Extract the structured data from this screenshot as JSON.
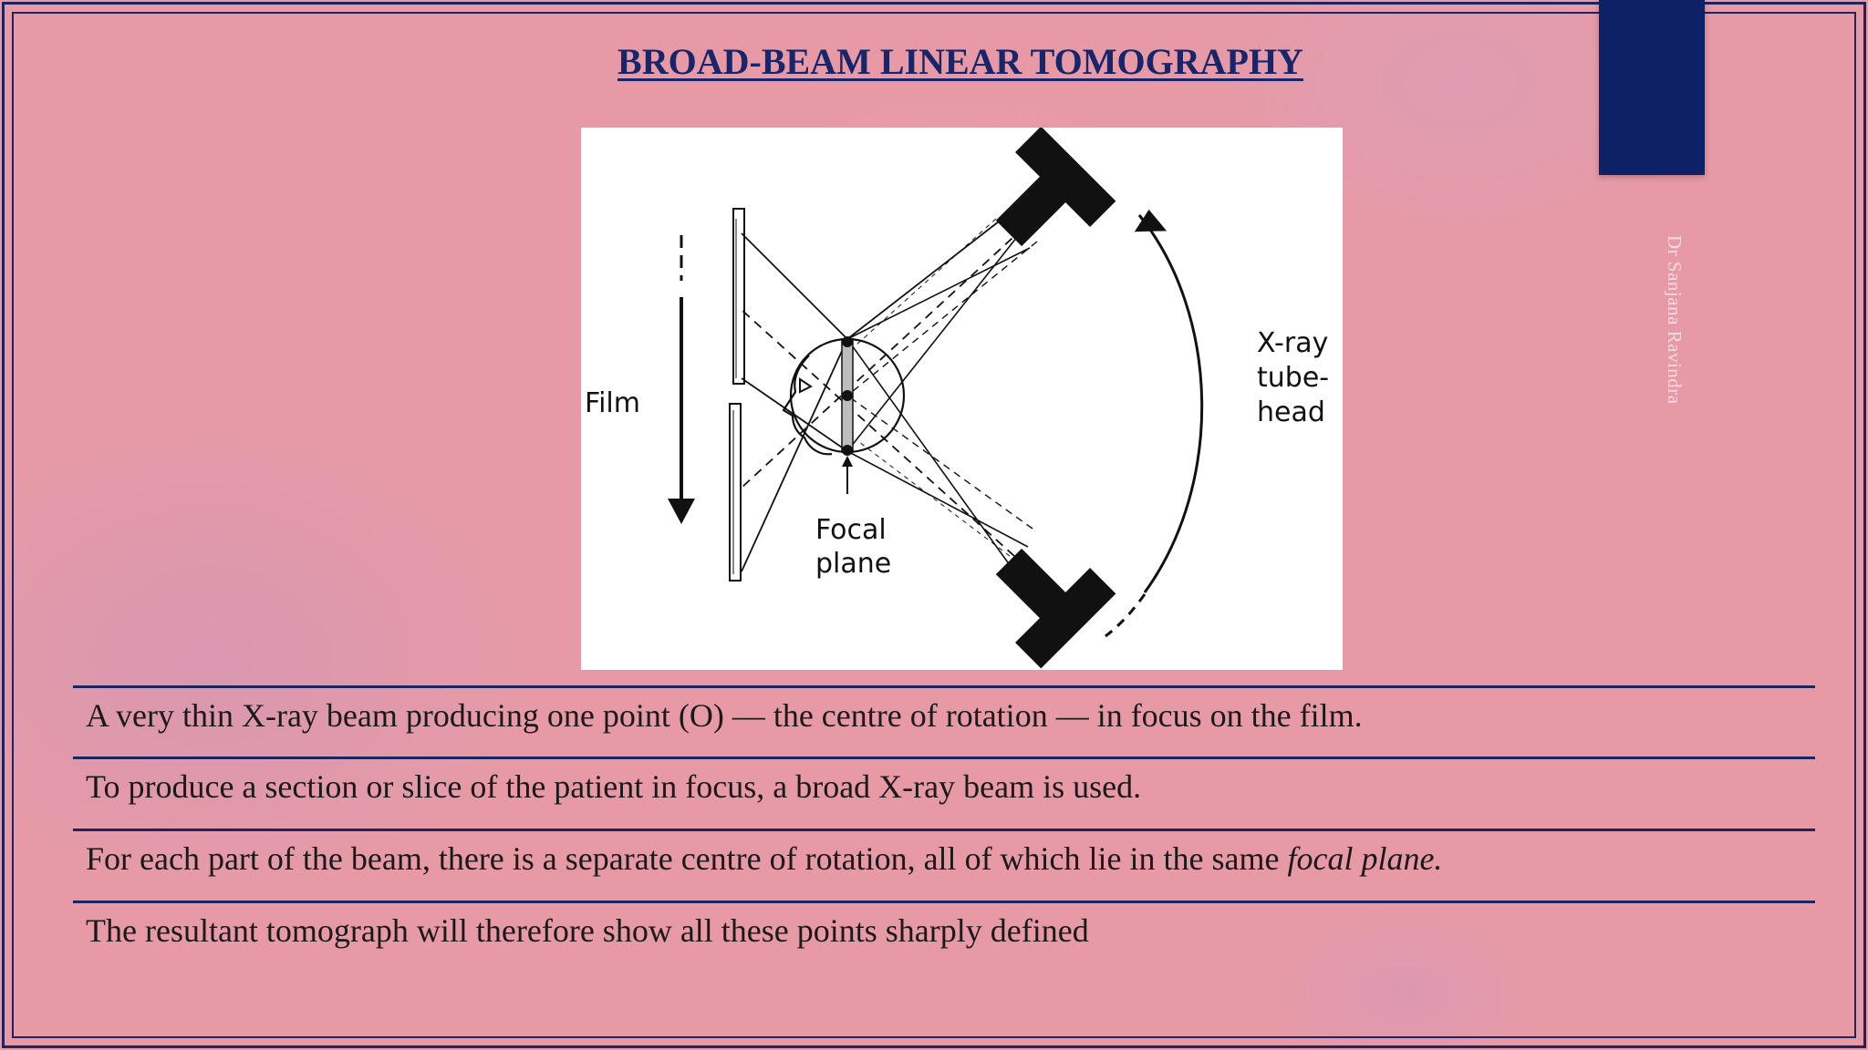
{
  "slide": {
    "title": "BROAD-BEAM LINEAR TOMOGRAPHY",
    "author": "Dr Sanjana Ravindra",
    "figure": {
      "labels": {
        "film": "Film",
        "tubehead_line1": "X-ray",
        "tubehead_line2": "tube-",
        "tubehead_line3": "head",
        "focal_line1": "Focal",
        "focal_line2": "plane"
      }
    },
    "bullets": [
      {
        "text": "A very thin X-ray beam producing one point (O) — the centre of rotation — in focus on the film."
      },
      {
        "text": "To produce a section or slice of the patient in focus, a broad X-ray beam is used."
      },
      {
        "text": "For each part of the beam, there is a separate centre of rotation, all of which lie in the same ",
        "emphasis": "focal plane."
      },
      {
        "text": "The resultant tomograph will therefore show all these points sharply defined"
      }
    ],
    "colors": {
      "background": "#e79aa6",
      "accent": "#0f2166",
      "title": "#17266a",
      "rules": "#1c2560"
    }
  }
}
